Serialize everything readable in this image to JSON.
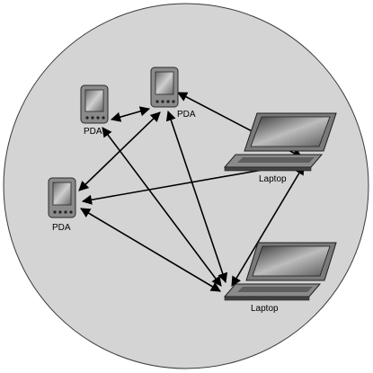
{
  "network": {
    "devices": [
      {
        "id": "pda-a",
        "type": "pda",
        "label": "PDA"
      },
      {
        "id": "pda-b",
        "type": "pda",
        "label": "PDA"
      },
      {
        "id": "pda-c",
        "type": "pda",
        "label": "PDA"
      },
      {
        "id": "laptop-a",
        "type": "laptop",
        "label": "Laptop"
      },
      {
        "id": "laptop-b",
        "type": "laptop",
        "label": "Laptop"
      }
    ],
    "links": [
      {
        "from": "pda-a",
        "to": "pda-b"
      },
      {
        "from": "pda-b",
        "to": "pda-c"
      },
      {
        "from": "pda-b",
        "to": "laptop-a"
      },
      {
        "from": "pda-b",
        "to": "laptop-b"
      },
      {
        "from": "pda-a",
        "to": "laptop-b"
      },
      {
        "from": "pda-c",
        "to": "laptop-a"
      },
      {
        "from": "pda-c",
        "to": "laptop-b"
      },
      {
        "from": "laptop-a",
        "to": "laptop-b"
      }
    ]
  },
  "colors": {
    "circle_fill": "#d4d4d4",
    "circle_stroke": "#3a3a3a",
    "device_body": "#8a8a8a",
    "screen": "#5a5a5a",
    "line": "#000000"
  }
}
